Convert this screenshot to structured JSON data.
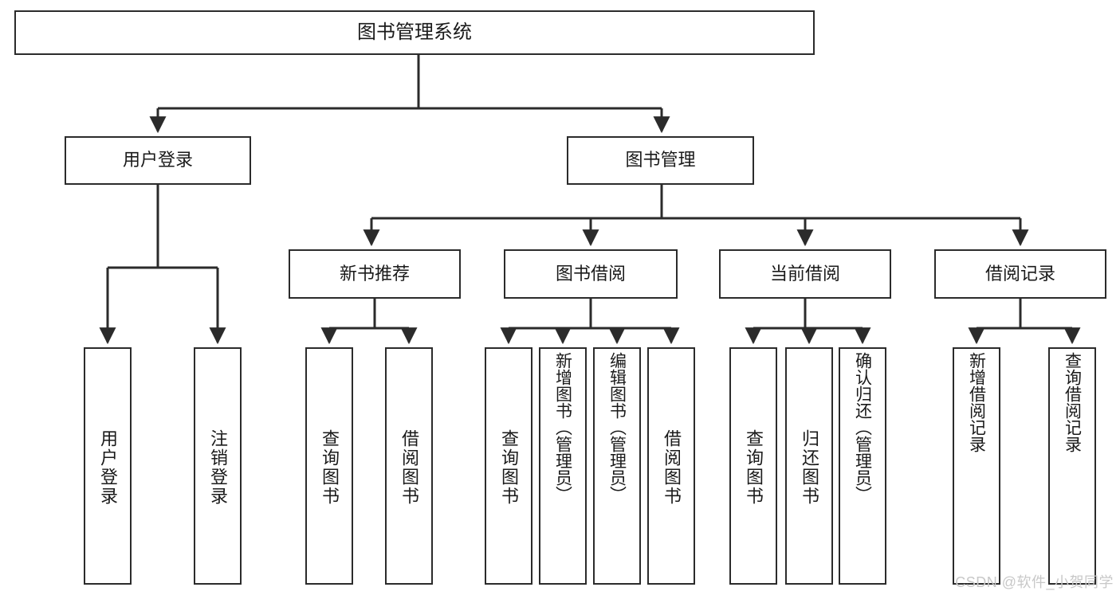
{
  "diagram": {
    "type": "tree-hierarchy",
    "title": "图书管理系统",
    "watermark": "CSDN @软件_小贺同学",
    "colors": {
      "background": "#ffffff",
      "stroke": "#2b2b2b",
      "text": "#1a1a1a",
      "watermark": "#c8c8c8"
    },
    "root": {
      "label": "图书管理系统"
    },
    "level2": [
      {
        "id": "user-login",
        "label": "用户登录"
      },
      {
        "id": "book-management",
        "label": "图书管理"
      }
    ],
    "level3": [
      {
        "id": "new-book-recommend",
        "label": "新书推荐"
      },
      {
        "id": "book-borrow",
        "label": "图书借阅"
      },
      {
        "id": "current-borrow",
        "label": "当前借阅"
      },
      {
        "id": "borrow-record",
        "label": "借阅记录"
      }
    ],
    "leaves": {
      "user_login": [
        {
          "id": "leaf-user-login",
          "label": "用户登录"
        },
        {
          "id": "leaf-logout-login",
          "label": "注销登录"
        }
      ],
      "new_book_recommend": [
        {
          "id": "leaf-query-book-1",
          "label": "查询图书"
        },
        {
          "id": "leaf-borrow-book-1",
          "label": "借阅图书"
        }
      ],
      "book_borrow": [
        {
          "id": "leaf-query-book-2",
          "label": "查询图书"
        },
        {
          "id": "leaf-add-book-admin",
          "label": "新增图书（管理员）"
        },
        {
          "id": "leaf-edit-book-admin",
          "label": "编辑图书（管理员）"
        },
        {
          "id": "leaf-borrow-book-2",
          "label": "借阅图书"
        }
      ],
      "current_borrow": [
        {
          "id": "leaf-query-book-3",
          "label": "查询图书"
        },
        {
          "id": "leaf-return-book",
          "label": "归还图书"
        },
        {
          "id": "leaf-confirm-return-admin",
          "label": "确认归还（管理员）"
        }
      ],
      "borrow_record": [
        {
          "id": "leaf-add-borrow-record",
          "label": "新增借阅记录"
        },
        {
          "id": "leaf-query-borrow-record",
          "label": "查询借阅记录"
        }
      ]
    }
  }
}
